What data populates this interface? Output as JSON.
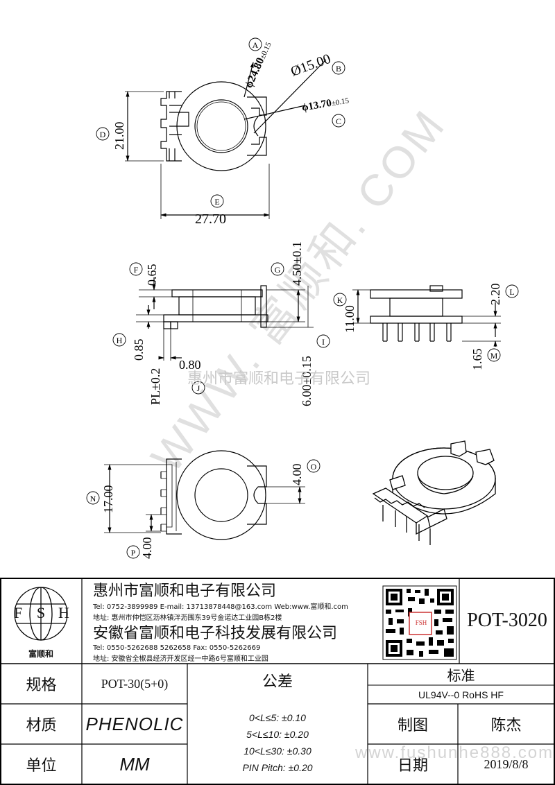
{
  "watermark": {
    "diagonal": "WWW. 富顺和. COM",
    "center": "惠州市富顺和电子有限公司",
    "bottom": "www.fushunhe888.com"
  },
  "drawing": {
    "top_view": {
      "dim_a": "ϕ24.80",
      "dim_a_tol": "±0.15",
      "label_a": "A",
      "dim_b": "Ø15.00",
      "label_b": "B",
      "dim_c": "ϕ13.70",
      "dim_c_tol": "±0.15",
      "label_c": "C",
      "dim_d": "21.00",
      "label_d": "D",
      "dim_e": "27.70",
      "label_e": "E"
    },
    "side_view": {
      "dim_f": "0.65",
      "label_f": "F",
      "dim_g": "4.50±0.1",
      "label_g": "G",
      "dim_h": "0.85",
      "label_h": "H",
      "dim_i": "6.00±0.15",
      "label_i": "I",
      "dim_pl": "PL±0.2",
      "dim_j": "0.80",
      "label_j": "J"
    },
    "front_view": {
      "dim_k": "11.00",
      "label_k": "K",
      "dim_l": "2.20",
      "label_l": "L",
      "dim_m": "1.65",
      "label_m": "M"
    },
    "bottom_view": {
      "dim_n": "17.00",
      "label_n": "N",
      "dim_o": "4.00",
      "label_o": "O",
      "dim_p": "4.00",
      "label_p": "P"
    }
  },
  "title_block": {
    "logo_letters": [
      "F",
      "S",
      "H"
    ],
    "logo_caption": "富顺和",
    "company1": "惠州市富顺和电子有限公司",
    "company1_contact": "Tel:  0752-3899989  E-mail: 13713878448@163.com  Web:www.富顺和.com",
    "company1_address": "地址: 惠州市仲恺区沥林镇泮沥围东39号金诺达工业园B栋2楼",
    "company2": "安徽省富顺和电子科技发展有限公司",
    "company2_contact": "Tel:  0550-5262688  5262658      Fax:  0550-5262669",
    "company2_address": "地址: 安徽省全椒县经济开发区经一中路6号富顺和工业园",
    "qr_caption": "FSH",
    "model": "POT-3020",
    "spec_label": "规格",
    "spec_value": "POT-30(5+0)",
    "material_label": "材质",
    "material_value": "PHENOLIC",
    "unit_label": "单位",
    "unit_value": "MM",
    "tolerance_label": "公差",
    "tolerances": [
      "0<L≤5: ±0.10",
      "5<L≤10: ±0.20",
      "10<L≤30: ±0.30",
      "PIN Pitch: ±0.20"
    ],
    "standard_label": "标准",
    "standard_value": "UL94V--0  RoHS HF",
    "drawn_label": "制图",
    "drawn_value": "陈杰",
    "date_label": "日期",
    "date_value": "2019/8/8"
  }
}
